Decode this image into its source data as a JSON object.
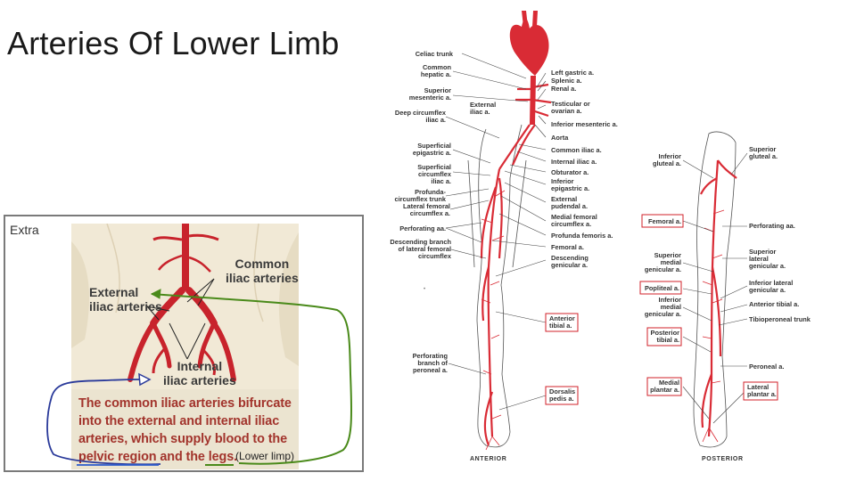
{
  "slide": {
    "title": "Arteries Of Lower Limb",
    "extra_label": "Extra",
    "annotation": "(Lower limp)"
  },
  "iliac_figure": {
    "label_common": [
      "Common",
      "iliac arteries"
    ],
    "label_external": [
      "External",
      "iliac arteries"
    ],
    "label_internal": [
      "Internal",
      "iliac arteries"
    ],
    "caption_lines": [
      "The common iliac arteries bifurcate",
      "into the external and internal iliac",
      "arteries, which supply blood to the",
      "pelvic region and the legs."
    ]
  },
  "anatomy_figure": {
    "anterior_label": "ANTERIOR",
    "posterior_label": "POSTERIOR",
    "left_labels": [
      [
        "Celiac trunk"
      ],
      [
        "Common",
        "hepatic a."
      ],
      [
        "Superior",
        "mesenteric a."
      ],
      [
        "Deep circumflex",
        "iliac a."
      ],
      [
        "Superficial",
        "epigastric a."
      ],
      [
        "Superficial",
        "circumflex",
        "iliac a."
      ],
      [
        "Profunda-",
        "circumflex trunk"
      ],
      [
        "Lateral femoral",
        "circumflex a."
      ],
      [
        "Perforating aa."
      ],
      [
        "Descending branch",
        "of lateral femoral",
        "circumflex"
      ],
      [
        "Perforating",
        "branch of",
        "peroneal a."
      ]
    ],
    "middle_labels": [
      [
        "External",
        "iliac a."
      ],
      [
        "Left gastric a."
      ],
      [
        "Splenic a."
      ],
      [
        "Renal a."
      ],
      [
        "Testicular or",
        "ovarian a."
      ],
      [
        "Inferior mesenteric a."
      ],
      [
        "Aorta"
      ],
      [
        "Common iliac a."
      ],
      [
        "Internal iliac a."
      ],
      [
        "Obturator a."
      ],
      [
        "Inferior",
        "epigastric a."
      ],
      [
        "External",
        "pudendal a."
      ],
      [
        "Medial femoral",
        "circumflex a."
      ],
      [
        "Profunda femoris a."
      ],
      [
        "Femoral a."
      ],
      [
        "Descending",
        "genicular a."
      ],
      [
        "Anterior",
        "tibial a."
      ],
      [
        "Dorsalis",
        "pedis a."
      ]
    ],
    "posterior_left_labels": [
      [
        "Inferior",
        "gluteal a."
      ],
      [
        "Femoral a."
      ],
      [
        "Superior",
        "medial",
        "genicular a."
      ],
      [
        "Popliteal a."
      ],
      [
        "Inferior",
        "medial",
        "genicular a."
      ],
      [
        "Posterior",
        "tibial a."
      ],
      [
        "Medial",
        "plantar a."
      ]
    ],
    "posterior_right_labels": [
      [
        "Superior",
        "gluteal a."
      ],
      [
        "Perforating aa."
      ],
      [
        "Superior",
        "lateral",
        "genicular a."
      ],
      [
        "Inferior lateral",
        "genicular a."
      ],
      [
        "Anterior tibial a."
      ],
      [
        "Tibioperoneal trunk"
      ],
      [
        "Peroneal a."
      ],
      [
        "Lateral",
        "plantar a."
      ]
    ]
  }
}
